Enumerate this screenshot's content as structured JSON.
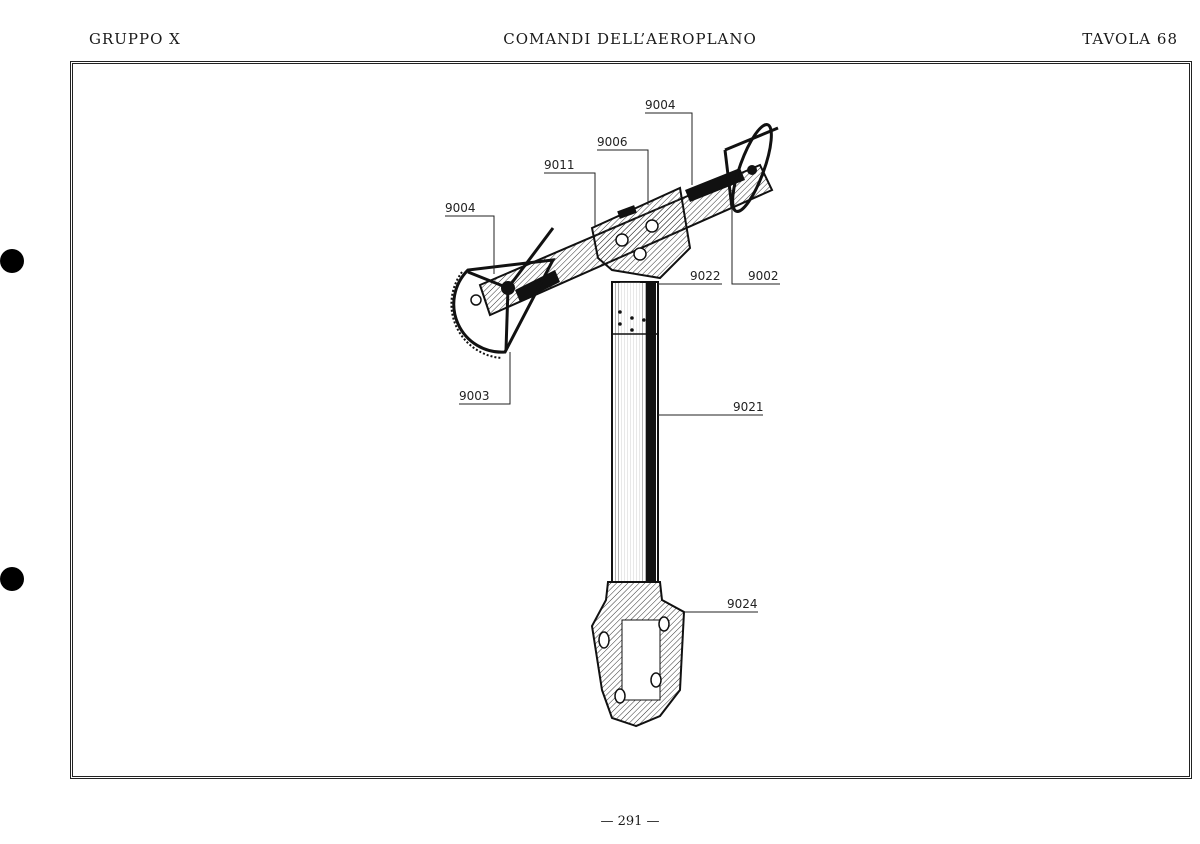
{
  "header": {
    "group": "GRUPPO X",
    "title": "COMANDI DELL’AEROPLANO",
    "plate": "TAVOLA 68"
  },
  "callouts": {
    "top_right_handwheel": "9004",
    "center_block": "9006",
    "tube_section": "9011",
    "left_handwheel_hub": "9004",
    "column_collar": "9022",
    "right_handwheel": "9002",
    "left_handwheel": "9003",
    "column": "9021",
    "base_fork": "9024"
  },
  "footer": {
    "page_number": "— 291 —"
  }
}
